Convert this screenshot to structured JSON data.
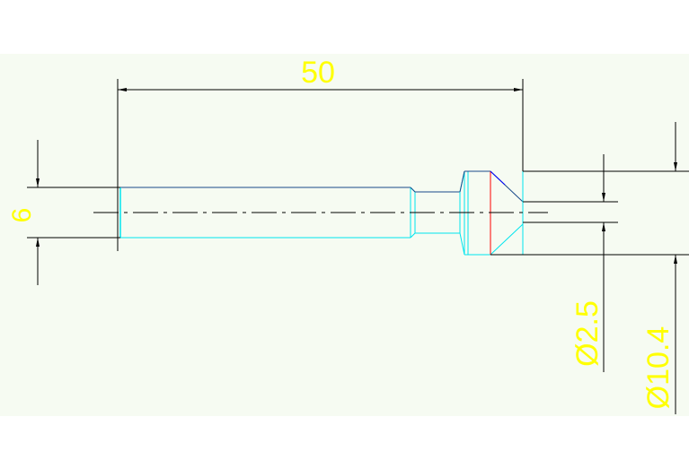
{
  "drawing": {
    "dimensions": {
      "length": "50",
      "shank_diameter": "6",
      "hole_diameter": "Ø2.5",
      "head_diameter": "Ø10.4"
    },
    "colors": {
      "background": "#f6fbf2",
      "dimension_line": "#000000",
      "dimension_text": "#ffff00",
      "part_outline": "#00e5ee",
      "part_edge_dark": "#1a4a8a",
      "centerline": "#000000",
      "red_line": "#ff0000",
      "blue_line": "#0000ff"
    }
  }
}
